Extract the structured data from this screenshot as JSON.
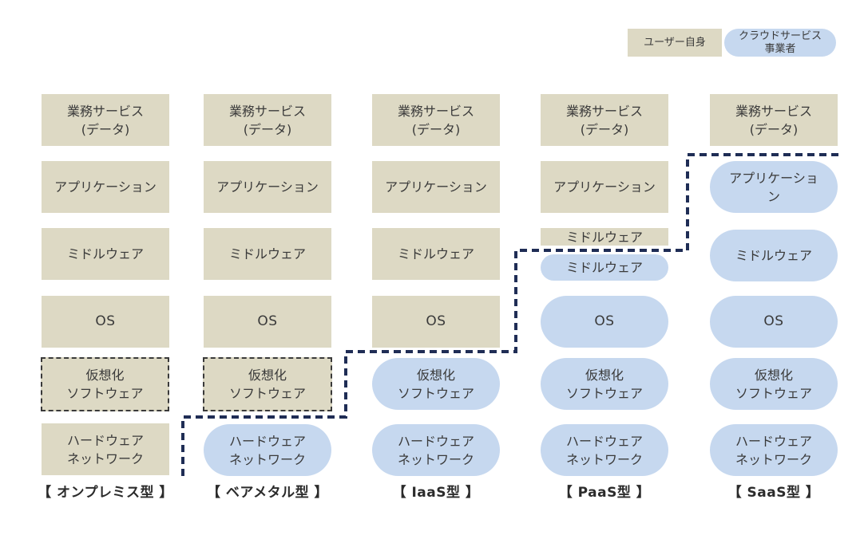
{
  "legend": {
    "user": "ユーザー自身",
    "cloud_line1": "クラウドサービス",
    "cloud_line2": "事業者"
  },
  "layers": {
    "business_line1": "業務サービス",
    "business_line2": "(データ)",
    "application": "アプリケーション",
    "saas_application_line1": "アプリケーショ",
    "saas_application_line2": "ン",
    "middleware": "ミドルウェア",
    "os": "OS",
    "virtualization_line1": "仮想化",
    "virtualization_line2": "ソフトウェア",
    "hardware_line1": "ハードウェア",
    "hardware_line2": "ネットワーク"
  },
  "models": [
    {
      "label": "【 オンプレミス型 】"
    },
    {
      "label": "【 ベアメタル型 】"
    },
    {
      "label": "【 IaaS型 】"
    },
    {
      "label": "【 PaaS型 】"
    },
    {
      "label": "【 SaaS型 】"
    }
  ],
  "colors": {
    "user": "#ddd9c4",
    "cloud": "#c6d8ef",
    "boundary": "#1f2d55"
  }
}
